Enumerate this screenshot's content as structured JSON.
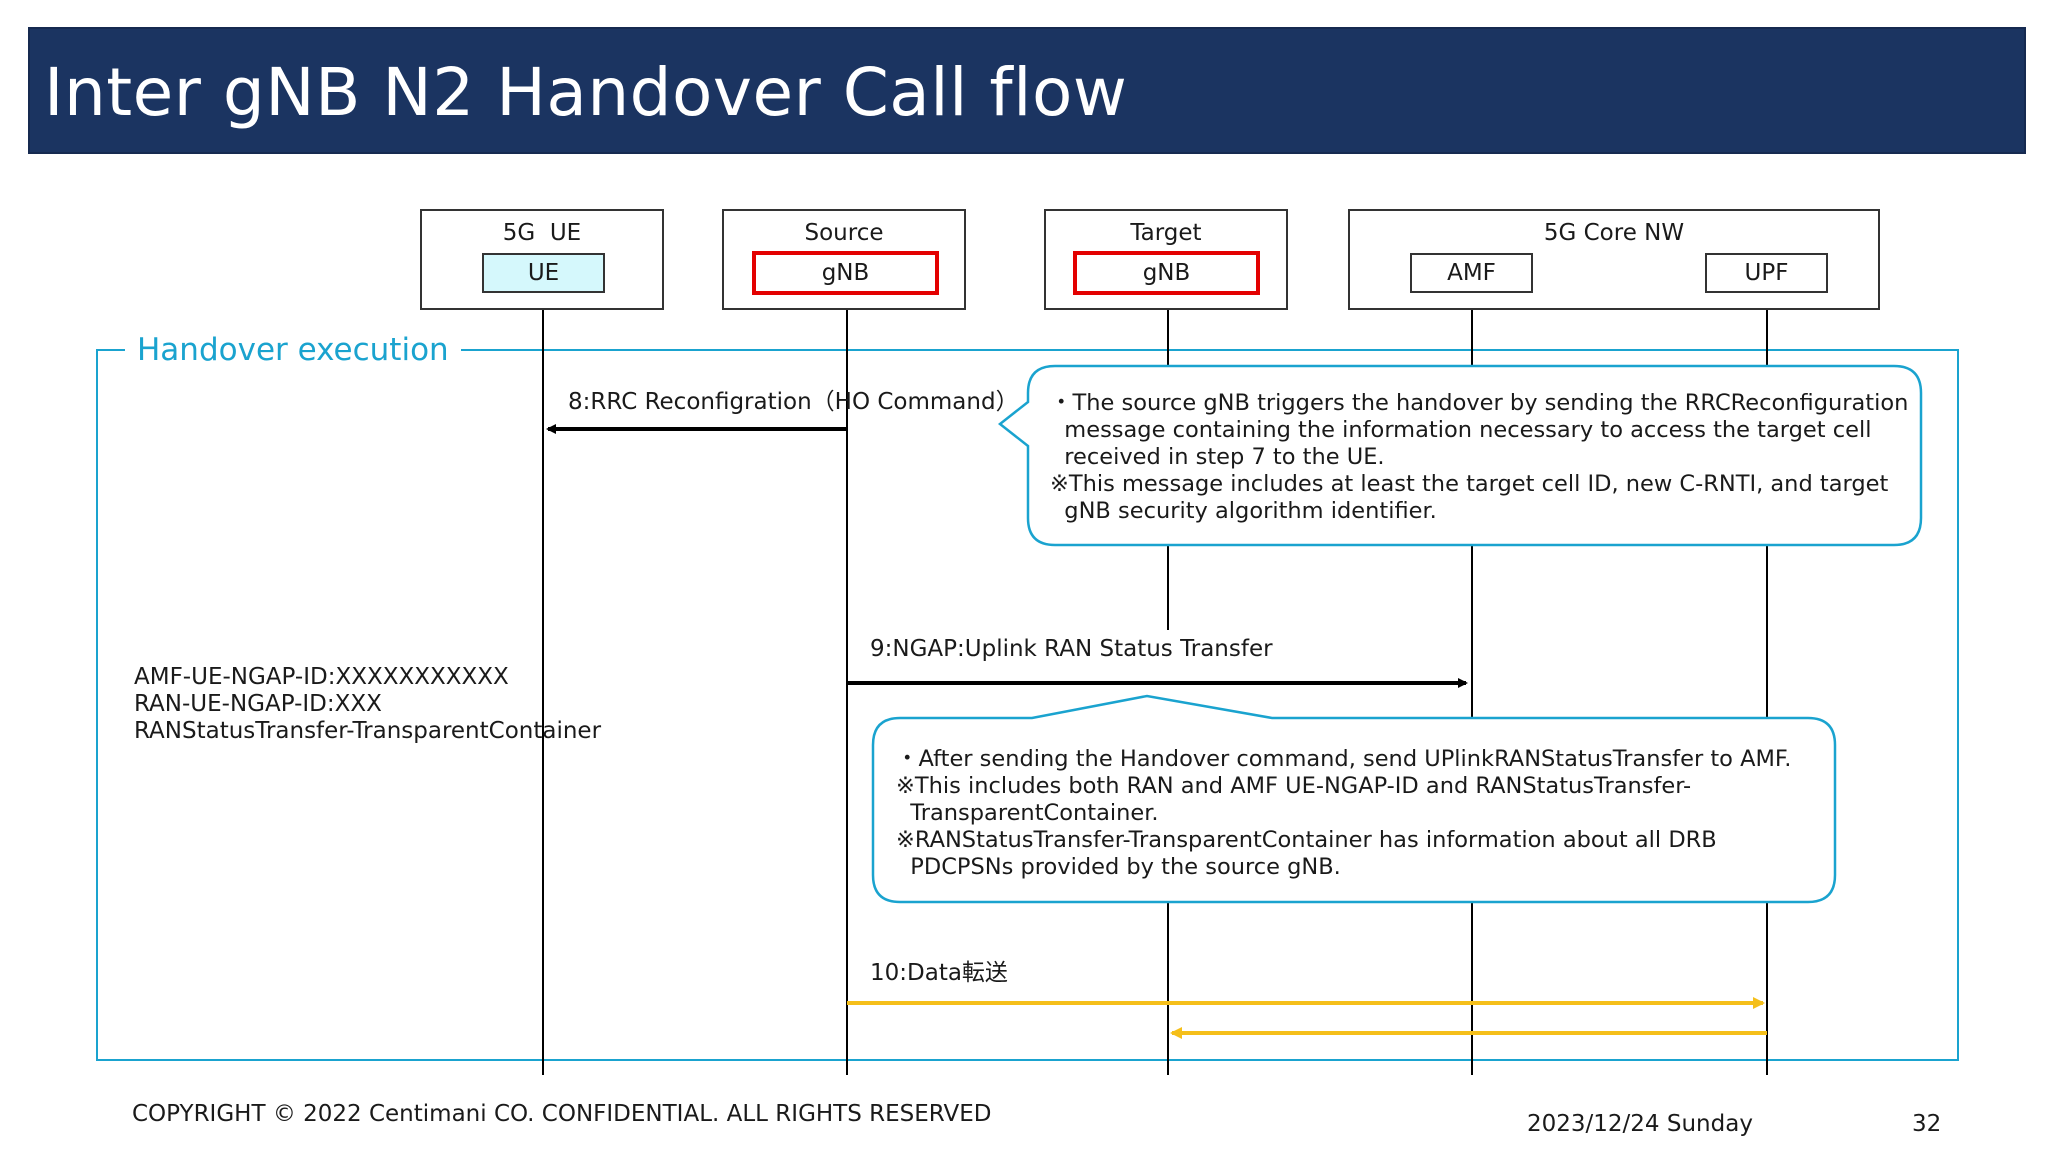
{
  "title": "Inter gNB N2 Handover Call flow",
  "entities": {
    "ue": {
      "title": "5G  UE",
      "node": "UE"
    },
    "source": {
      "title": "Source",
      "node": "gNB"
    },
    "target": {
      "title": "Target",
      "node": "gNB"
    },
    "core": {
      "title": "5G Core NW",
      "amf": "AMF",
      "upf": "UPF"
    }
  },
  "section_label": "Handover execution",
  "messages": {
    "m8": "8:RRC Reconfigration（HO Command）",
    "m9": "9:NGAP:Uplink RAN Status Transfer",
    "m10": "10:Data転送"
  },
  "params": [
    "AMF-UE-NGAP-ID:XXXXXXXXXXX",
    "RAN-UE-NGAP-ID:XXX",
    "RANStatusTransfer-TransparentContainer"
  ],
  "note1": [
    "・The source gNB triggers the handover by sending the RRCReconfiguration",
    "  message containing the information necessary to access the target cell",
    "  received in step 7 to the UE.",
    "※This message includes at least the target cell ID, new C-RNTI, and target",
    "  gNB security algorithm identifier."
  ],
  "note2": [
    "・After sending the Handover command, send UPlinkRANStatusTransfer to AMF.",
    "※This includes both RAN and AMF UE-NGAP-ID and RANStatusTransfer-",
    "  TransparentContainer.",
    "※RANStatusTransfer-TransparentContainer has information about all DRB",
    "  PDCPSNs provided by the source gNB."
  ],
  "footer": {
    "copyright": "COPYRIGHT © 2022 Centimani CO. CONFIDENTIAL. ALL RIGHTS RESERVED",
    "date": "2023/12/24 Sunday",
    "page": "32"
  },
  "colors": {
    "title_bg": "#1b3461",
    "section": "#1aa3cf",
    "highlight": "#e30000",
    "ue_fill": "#d5f8fc",
    "data_arrow": "#f5bf1a"
  }
}
